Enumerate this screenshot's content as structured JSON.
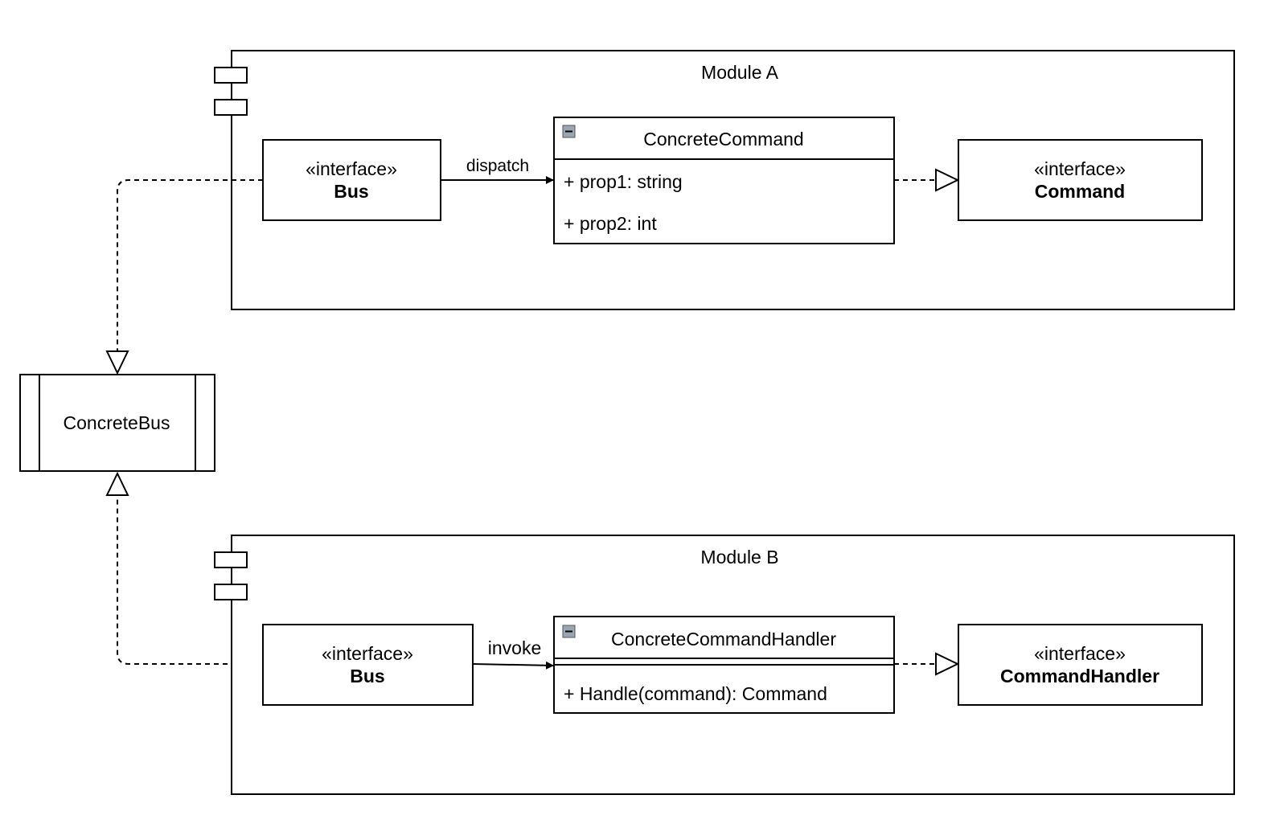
{
  "modules": {
    "a": {
      "title": "Module A"
    },
    "b": {
      "title": "Module B"
    }
  },
  "concrete_bus": {
    "name": "ConcreteBus"
  },
  "module_a": {
    "bus": {
      "stereotype": "«interface»",
      "name": "Bus"
    },
    "command_class": {
      "name": "ConcreteCommand",
      "attributes": [
        "+ prop1: string",
        "+ prop2: int"
      ]
    },
    "command_interface": {
      "stereotype": "«interface»",
      "name": "Command"
    },
    "edge_label": "dispatch"
  },
  "module_b": {
    "bus": {
      "stereotype": "«interface»",
      "name": "Bus"
    },
    "handler_class": {
      "name": "ConcreteCommandHandler",
      "methods": [
        "+ Handle(command): Command"
      ]
    },
    "handler_interface": {
      "stereotype": "«interface»",
      "name": "CommandHandler"
    },
    "edge_label": "invoke"
  },
  "icons": {
    "collapse": "collapse-minus-icon",
    "component": "component-icon"
  },
  "colors": {
    "stroke": "#000000",
    "background": "#ffffff",
    "collapse_fill": "#9aa6b2"
  }
}
